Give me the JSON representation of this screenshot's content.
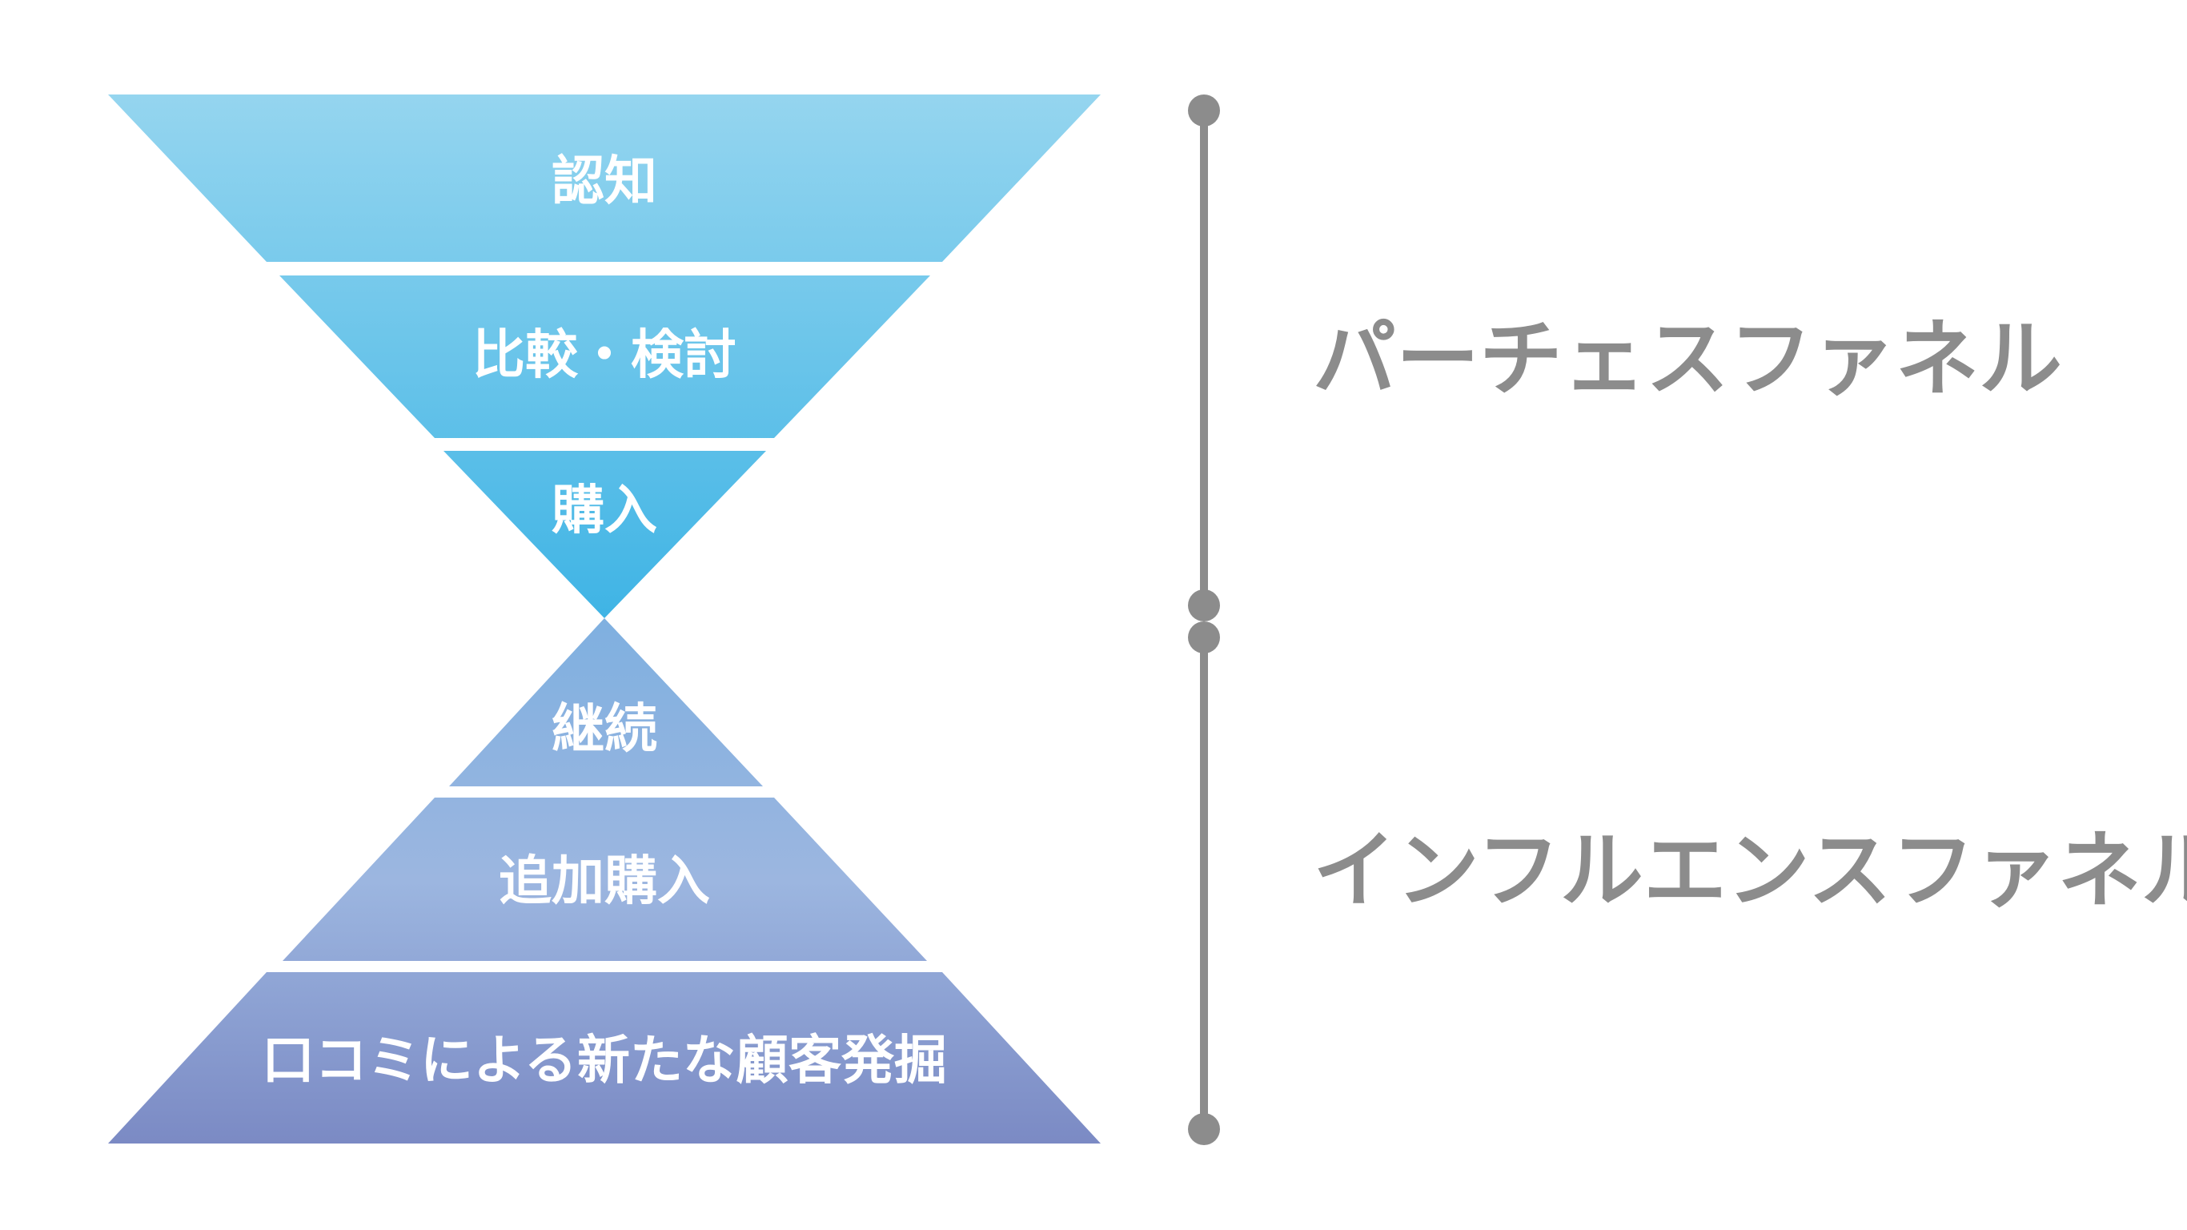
{
  "colors": {
    "top_light": "#95d5ef",
    "top_deep": "#3fb4e5",
    "bottom_light": "#9cb6e0",
    "bottom_deep": "#7b8ac4",
    "bracket": "#8c8c8c",
    "label_text": "#ffffff",
    "funnel_text": "#8c8c8c"
  },
  "purchase_funnel": {
    "label": "パーチェスファネル",
    "stages": [
      {
        "label": "認知"
      },
      {
        "label": "比較・検討"
      },
      {
        "label": "購入"
      }
    ]
  },
  "influence_funnel": {
    "label": "インフルエンスファネル",
    "stages": [
      {
        "label": "継続"
      },
      {
        "label": "追加購入"
      },
      {
        "label": "口コミによる新たな顧客発掘"
      }
    ]
  }
}
